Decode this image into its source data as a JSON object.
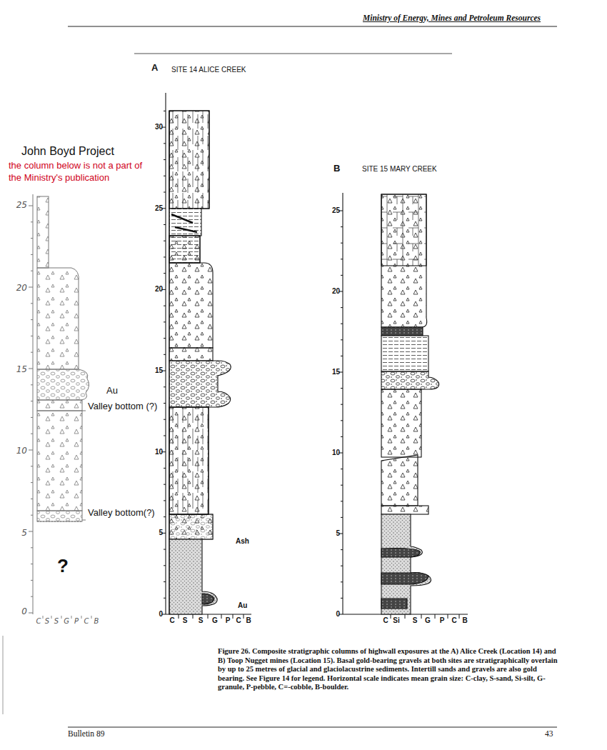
{
  "diagram": {
    "caption": "Figure 26. Composite stratigraphic columns of highwall exposures at the A) Alice Creek (Location 14) and B) Toop Nugget mines (Location 15). Basal gold-bearing gravels at both sites are stratigraphically overlain by up to 25 metres of glacial and glaciolacustrine sediments. Intertill sands and gravels are also gold bearing. See Figure 14 for legend. Horizontal scale indicates mean grain size: C-clay, S-sand, Si-silt, G-granule, P-pebble, C=-cobble, B-boulder.",
    "labels": [
      "Ministry of Energy, Mines and Petroleum Resources",
      "A",
      "SITE 14 ALICE CREEK",
      "John Boyd Project",
      "the column below is not a part of the Ministry's publication",
      "B",
      "SITE 15 MARY CREEK",
      "25",
      "20",
      "15",
      "10",
      "5",
      "0",
      "Au",
      "Valley bottom (?)",
      "Valley bottom(?)",
      "?",
      "C",
      "S",
      "S",
      "G",
      "P",
      "C",
      "B",
      "30",
      "25",
      "20",
      "15",
      "10",
      "5",
      "0",
      "Ash",
      "Au",
      "C",
      "S",
      "S",
      "G",
      "P",
      "C",
      "B",
      "25",
      "20",
      "15",
      "10",
      "5",
      "0",
      "C",
      "Si",
      "S",
      "G",
      "P",
      "C",
      "B",
      "Bulletin 89",
      "43"
    ]
  }
}
